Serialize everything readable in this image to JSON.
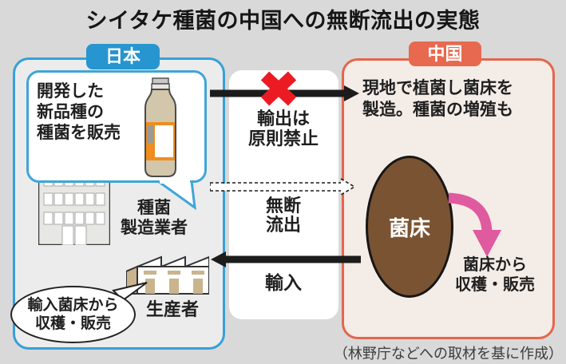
{
  "title": "シイタケ種菌の中国への無断流出の実態",
  "japan": {
    "label": "日本",
    "dev_bubble": {
      "lines": [
        "開発した",
        "新品種の",
        "種菌を販売"
      ]
    },
    "manufacturer": {
      "lines": [
        "種菌",
        "製造業者"
      ]
    },
    "producer": "生産者",
    "harvest_bubble": {
      "lines": [
        "輸入菌床から",
        "収穫・販売"
      ]
    }
  },
  "china": {
    "label": "中国",
    "description": {
      "lines": [
        "現地で植菌し菌床を",
        "製造。種菌の増殖も"
      ]
    },
    "bed_label": "菌床",
    "harvest": {
      "lines": [
        "菌床から",
        "収穫・販売"
      ]
    }
  },
  "flows": {
    "export_ban": {
      "lines": [
        "輸出は",
        "原則禁止"
      ]
    },
    "unauthorized": {
      "lines": [
        "無断",
        "流出"
      ]
    },
    "import_label": "輸入"
  },
  "attribution": "（林野庁などへの取材を基に作成）",
  "colors": {
    "background": "#d9d9d9",
    "japan_blue": "#2795cf",
    "china_red": "#e7694f",
    "ban_red": "#ec1b23",
    "harvest_pink": "#df5a9e",
    "bed_brown": "#7a5332"
  },
  "icons": {
    "bottle": "spawn-bottle-icon",
    "building": "manufacturer-building-icon",
    "factory": "producer-factory-icon",
    "ban": "red-x-icon",
    "export_arrow": "right-arrow-icon",
    "smuggle_arrow": "dashed-right-arrow-icon",
    "import_arrow": "left-arrow-icon",
    "harvest_arrow": "curved-down-arrow-icon"
  }
}
